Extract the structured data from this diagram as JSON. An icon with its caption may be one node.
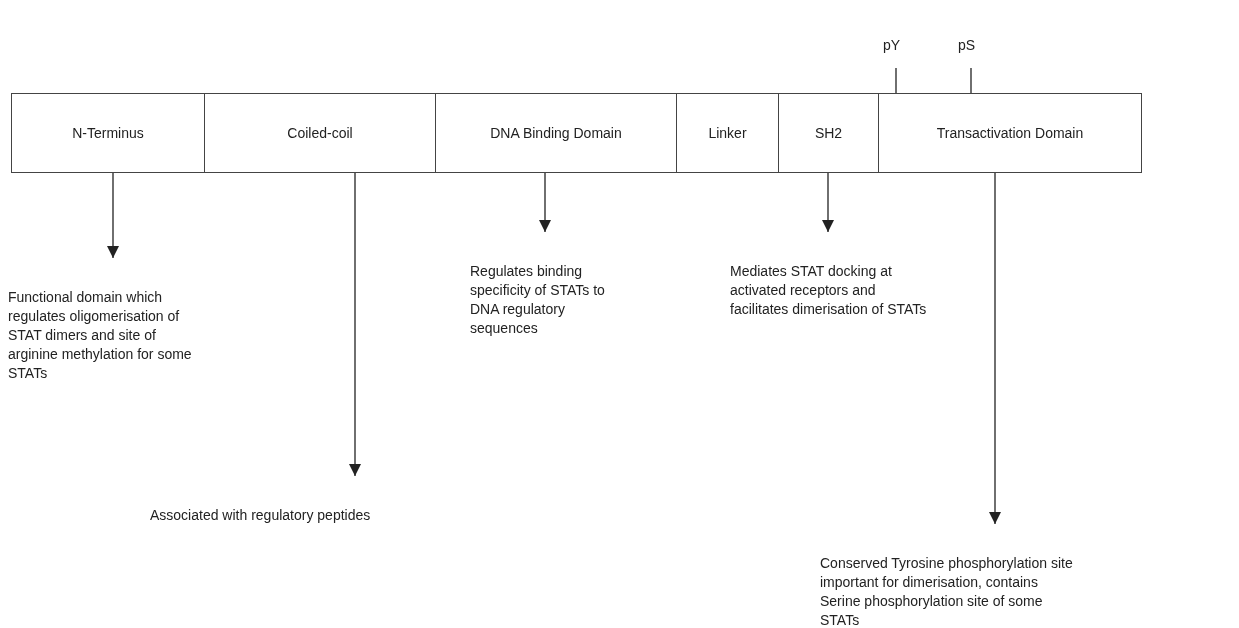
{
  "diagram": {
    "nodes": [
      {
        "text": [
          "N-Terminus"
        ]
      },
      {
        "text": [
          "Coiled-coil"
        ]
      },
      {
        "text": [
          "DNA Binding Domain"
        ]
      },
      {
        "text": [
          "Linker"
        ]
      },
      {
        "text": [
          "SH2"
        ]
      },
      {
        "text": [
          "Transactivation Domain"
        ]
      },
      {
        "text": [
          "Functional domain which regulates oligomerisation of STAT dimers and site of arginine methylation for some STATs"
        ]
      },
      {
        "text": [
          "Associated with regulatory peptides"
        ]
      },
      {
        "text": [
          "Regulates binding specificity of STATs to DNA regulatory sequences"
        ]
      },
      {
        "text": [
          "Mediates STAT docking at activated receptors and facilitates dimerisation of STATs"
        ]
      },
      {
        "text": [
          "Conserved Tyrosine phosphorylation site important for dimerisation, contains Serine phosphorylation site of some STATs"
        ]
      },
      {
        "text": [
          "pY"
        ]
      },
      {
        "text": [
          "pS"
        ]
      }
    ],
    "edges": [
      {
        "from": 0,
        "to": 6,
        "arrow": "to"
      },
      {
        "from": 1,
        "to": 7,
        "arrow": "to"
      },
      {
        "from": 2,
        "to": 8,
        "arrow": "to"
      },
      {
        "from": 4,
        "to": 9,
        "arrow": "to"
      },
      {
        "from": 5,
        "to": 10,
        "arrow": "to"
      },
      {
        "from": 11,
        "to": 5,
        "arrow": "none"
      },
      {
        "from": 12,
        "to": 5,
        "arrow": "none"
      }
    ]
  }
}
